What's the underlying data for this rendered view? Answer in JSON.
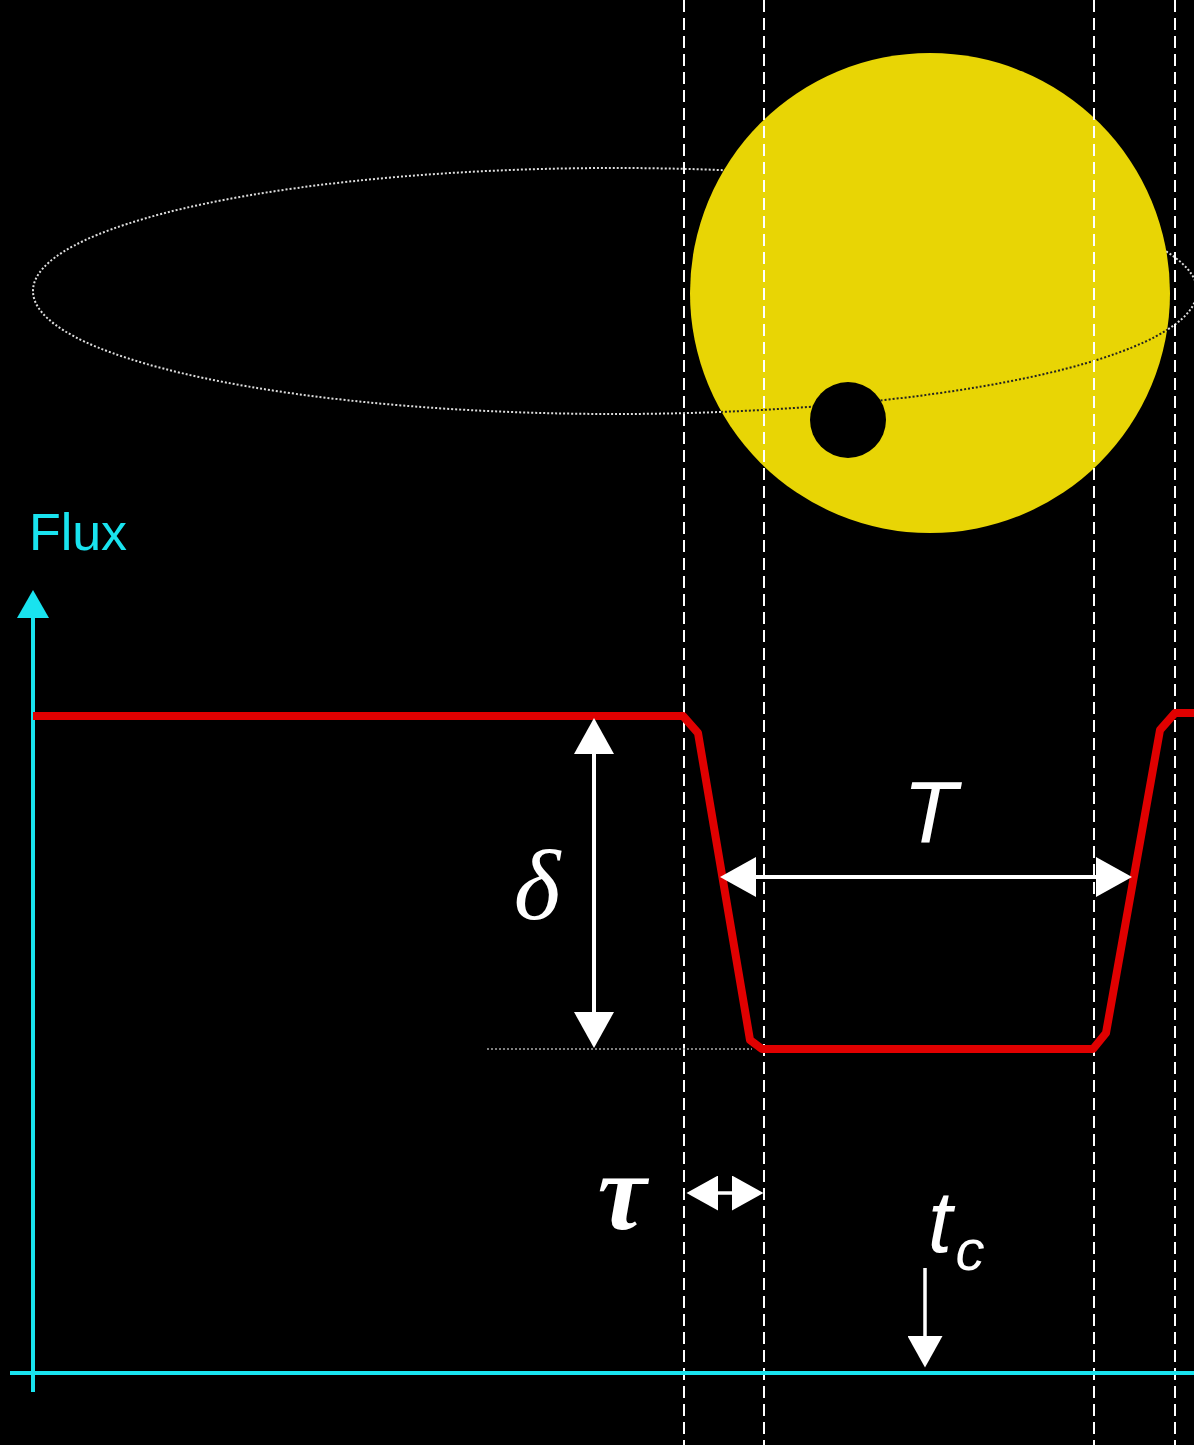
{
  "diagram": {
    "labels": [
      "Flux",
      "δ",
      "T",
      "τ",
      "t",
      "c"
    ]
  }
}
